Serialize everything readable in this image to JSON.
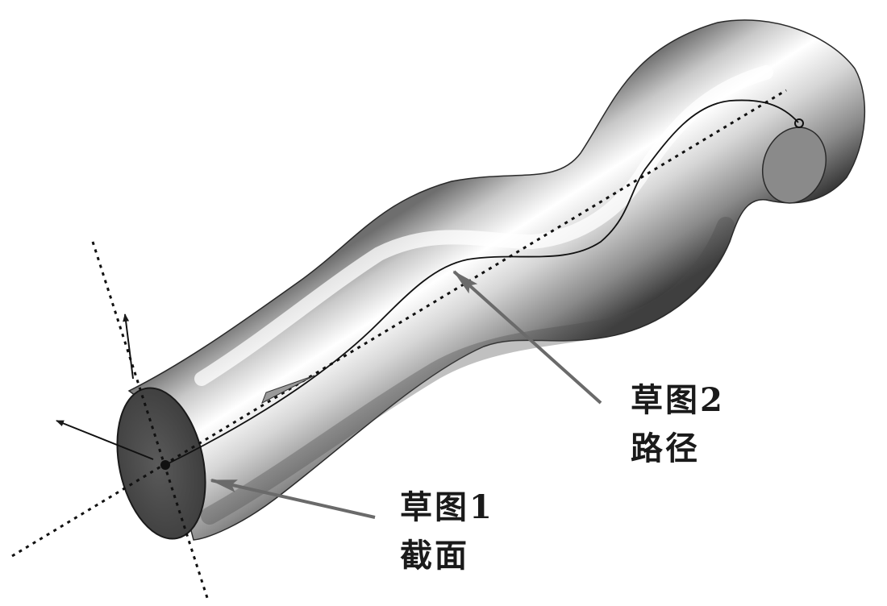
{
  "callouts": {
    "path": {
      "line1": "草图2",
      "line2": "路径"
    },
    "section": {
      "line1": "草图1",
      "line2": "截面"
    }
  },
  "colors": {
    "background": "#ffffff",
    "tube_highlight": "#ffffff",
    "tube_mid": "#9a9a9a",
    "tube_shadow": "#3a3a3a",
    "end_face": "#4a4a4a",
    "ink": "#111111",
    "leader": "#707070"
  }
}
